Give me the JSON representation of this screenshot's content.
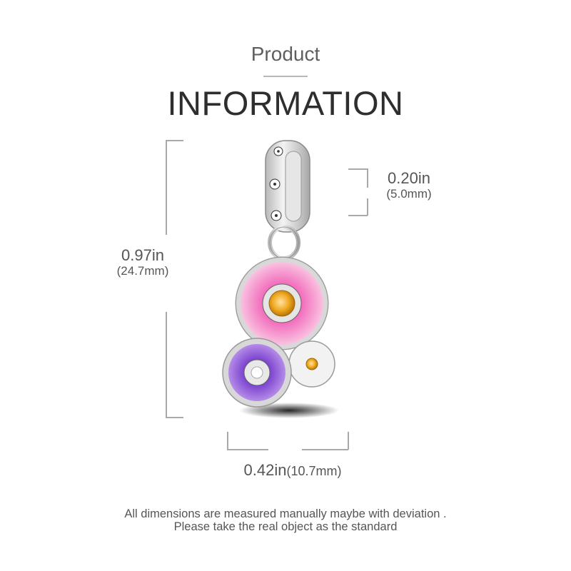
{
  "header": {
    "subtitle": "Product",
    "title": "INFORMATION"
  },
  "dimensions": {
    "height": {
      "inches": "0.97in",
      "mm": "(24.7mm)"
    },
    "bail": {
      "inches": "0.20in",
      "mm": "(5.0mm)"
    },
    "width": {
      "inches": "0.42in",
      "mm": "(10.7mm)"
    }
  },
  "product": {
    "name": "flower-charm-pendant",
    "colors": {
      "silver": "#d9d9d9",
      "pink": "#f37ac0",
      "pink_light": "#f8b9dc",
      "purple": "#7a3ed0",
      "purple_light": "#a77be3",
      "amber": "#f0a820",
      "white": "#ffffff"
    }
  },
  "footer": {
    "line1": "All dimensions are measured manually maybe with deviation .",
    "line2": "Please take the real object as the standard"
  }
}
